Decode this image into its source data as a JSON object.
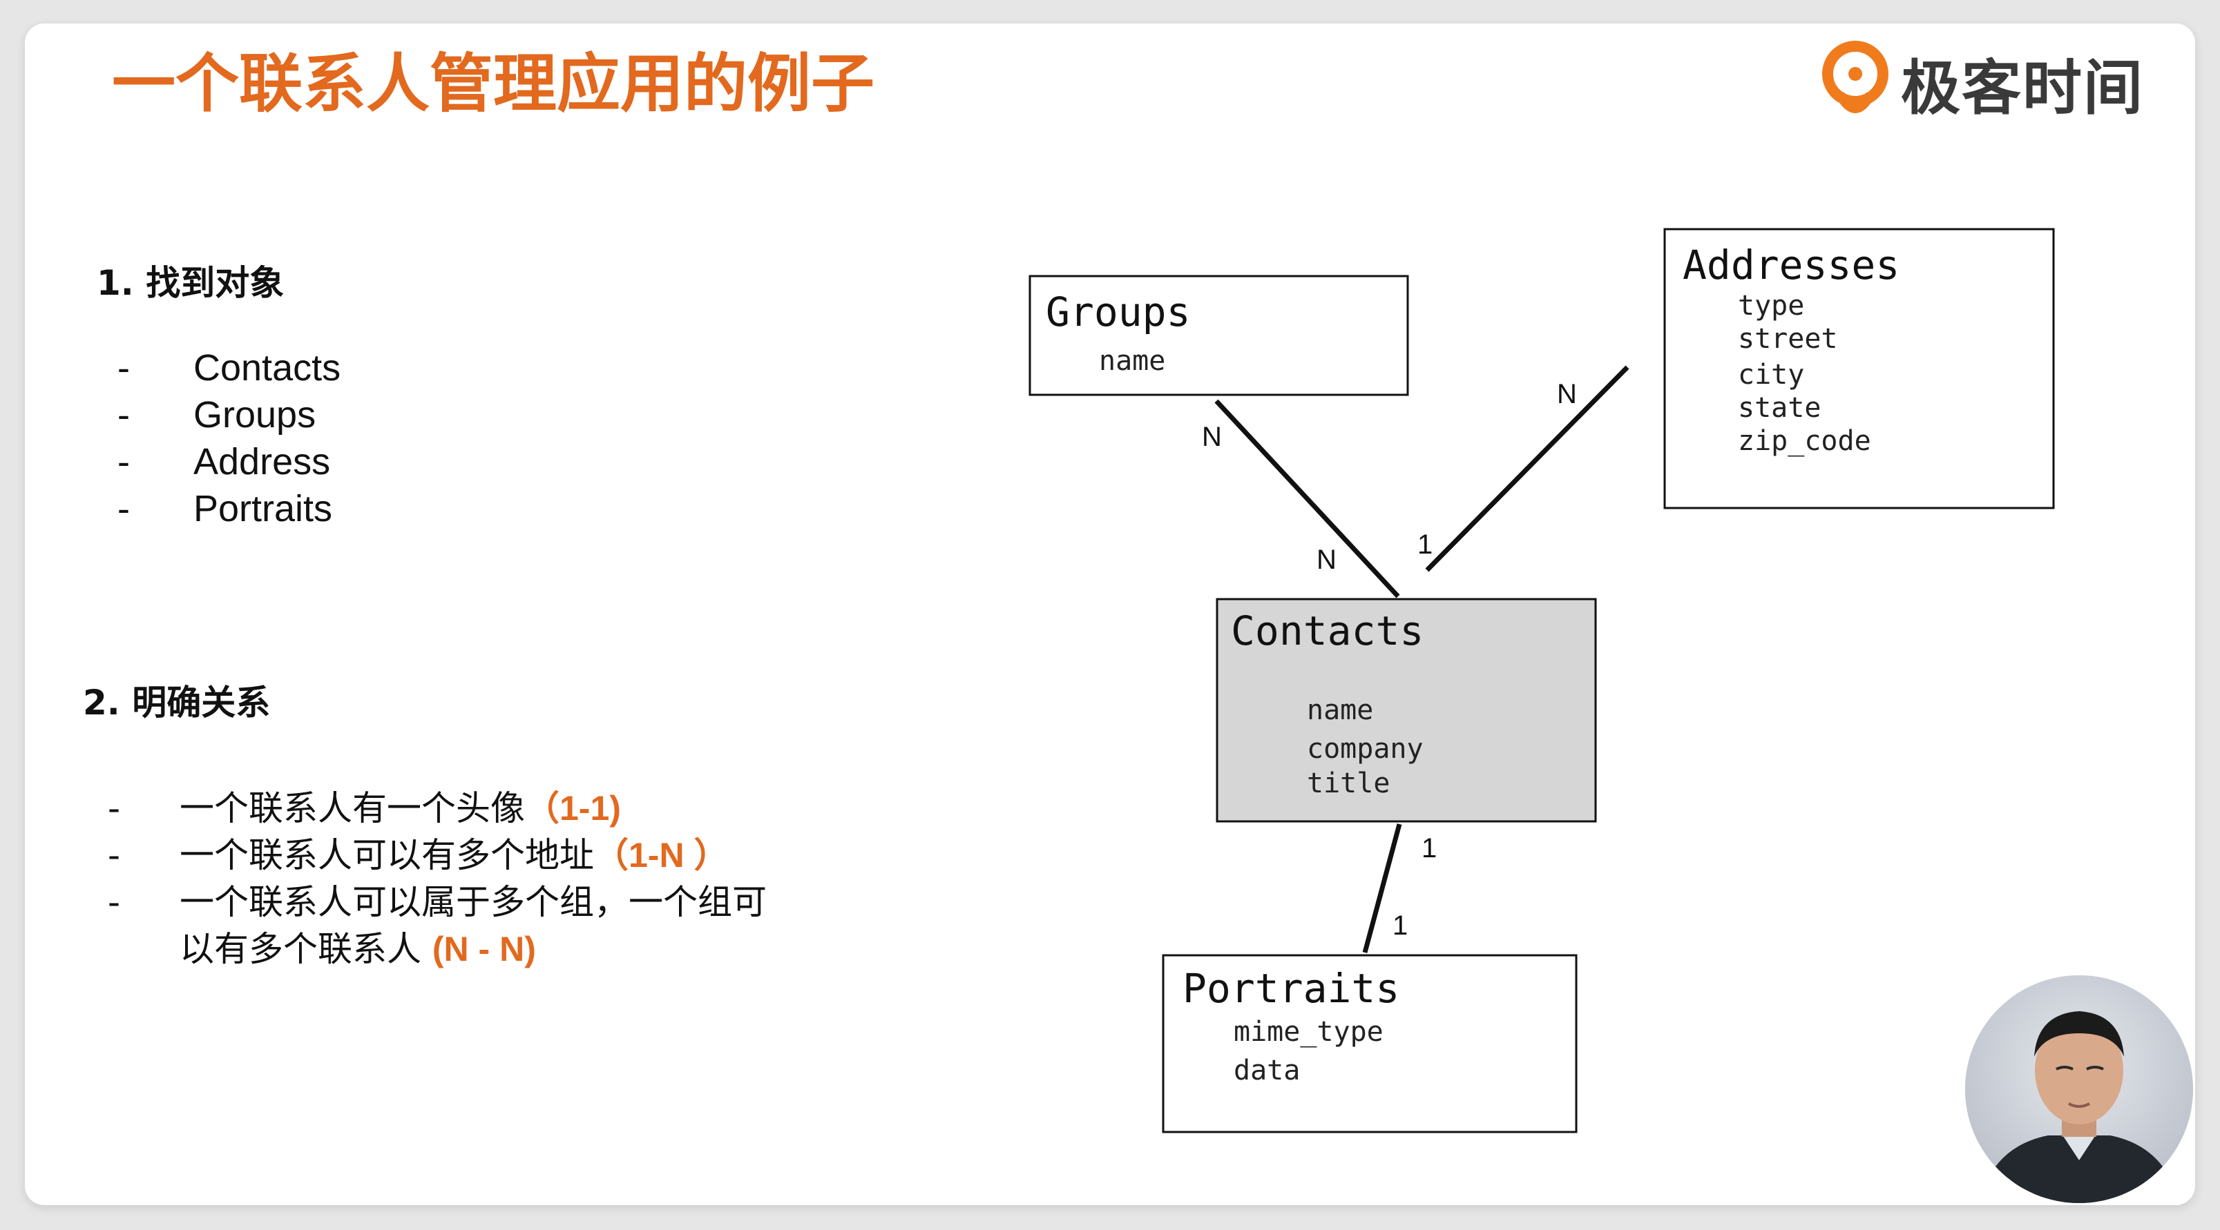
{
  "slide": {
    "title": "一个联系人管理应用的例子",
    "title_color": "#e2691e",
    "logo_icon": "geektime-logo-icon",
    "logo_text": "极客时间",
    "logo_accent": "#f07b1d"
  },
  "section1": {
    "heading": "1. 找到对象",
    "items": [
      {
        "dash": "-",
        "text": "Contacts"
      },
      {
        "dash": "-",
        "text": "Groups"
      },
      {
        "dash": "-",
        "text": "Address"
      },
      {
        "dash": "-",
        "text": "Portraits"
      }
    ]
  },
  "section2": {
    "heading": "2. 明确关系",
    "items": [
      {
        "dash": "-",
        "text": "一个联系人有一个头像",
        "note": "（1-1)"
      },
      {
        "dash": "-",
        "text": "一个联系人可以有多个地址",
        "note": "（1-N ）"
      },
      {
        "dash": "-",
        "text": "一个联系人可以属于多个组，一个组可",
        "text2": "以有多个联系人",
        "note": "(N - N)"
      }
    ]
  },
  "diagram": {
    "groups": {
      "title": "Groups",
      "fields": [
        "name"
      ]
    },
    "addresses": {
      "title": "Addresses",
      "fields": [
        "type",
        "street",
        "city",
        "state",
        "zip_code"
      ]
    },
    "contacts": {
      "title": "Contacts",
      "fields": [
        "name",
        "company",
        "title"
      ],
      "fill": "#d6d6d6"
    },
    "portraits": {
      "title": "Portraits",
      "fields": [
        "mime_type",
        "data"
      ]
    },
    "cardinalities": {
      "groups_side": "N",
      "contacts_groups_side": "N",
      "addresses_side": "N",
      "contacts_addresses_side": "1",
      "contacts_portraits_side": "1",
      "portraits_side": "1"
    }
  },
  "speaker": {
    "icon": "presenter-avatar"
  }
}
